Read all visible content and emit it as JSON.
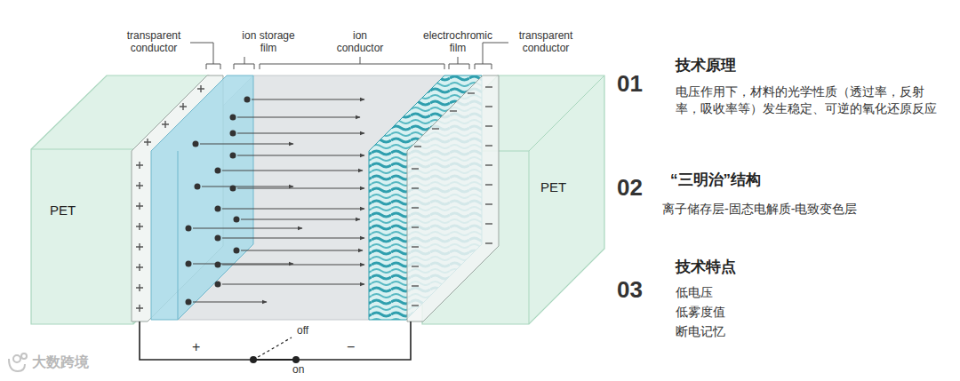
{
  "diagram": {
    "nodes": [
      {
        "text": [
          "PET"
        ]
      },
      {
        "text": [
          "PET"
        ]
      }
    ],
    "labels": [
      "transparent conductor",
      "ion storage film",
      "ion conductor",
      "electrochromic film",
      "transparent conductor",
      "+",
      "−",
      "off",
      "on",
      "大数跨境",
      "01",
      "技术原理",
      "电压作用下，材料的光学性质（透过率，反射率，吸收率等）发生稳定、可逆的氧化还原反应",
      "02",
      "“三明治”结构",
      "离子储存层-固态电解质-电致变色层",
      "03",
      "技术特点",
      "低电压",
      "低雾度值",
      "断电记忆"
    ]
  }
}
